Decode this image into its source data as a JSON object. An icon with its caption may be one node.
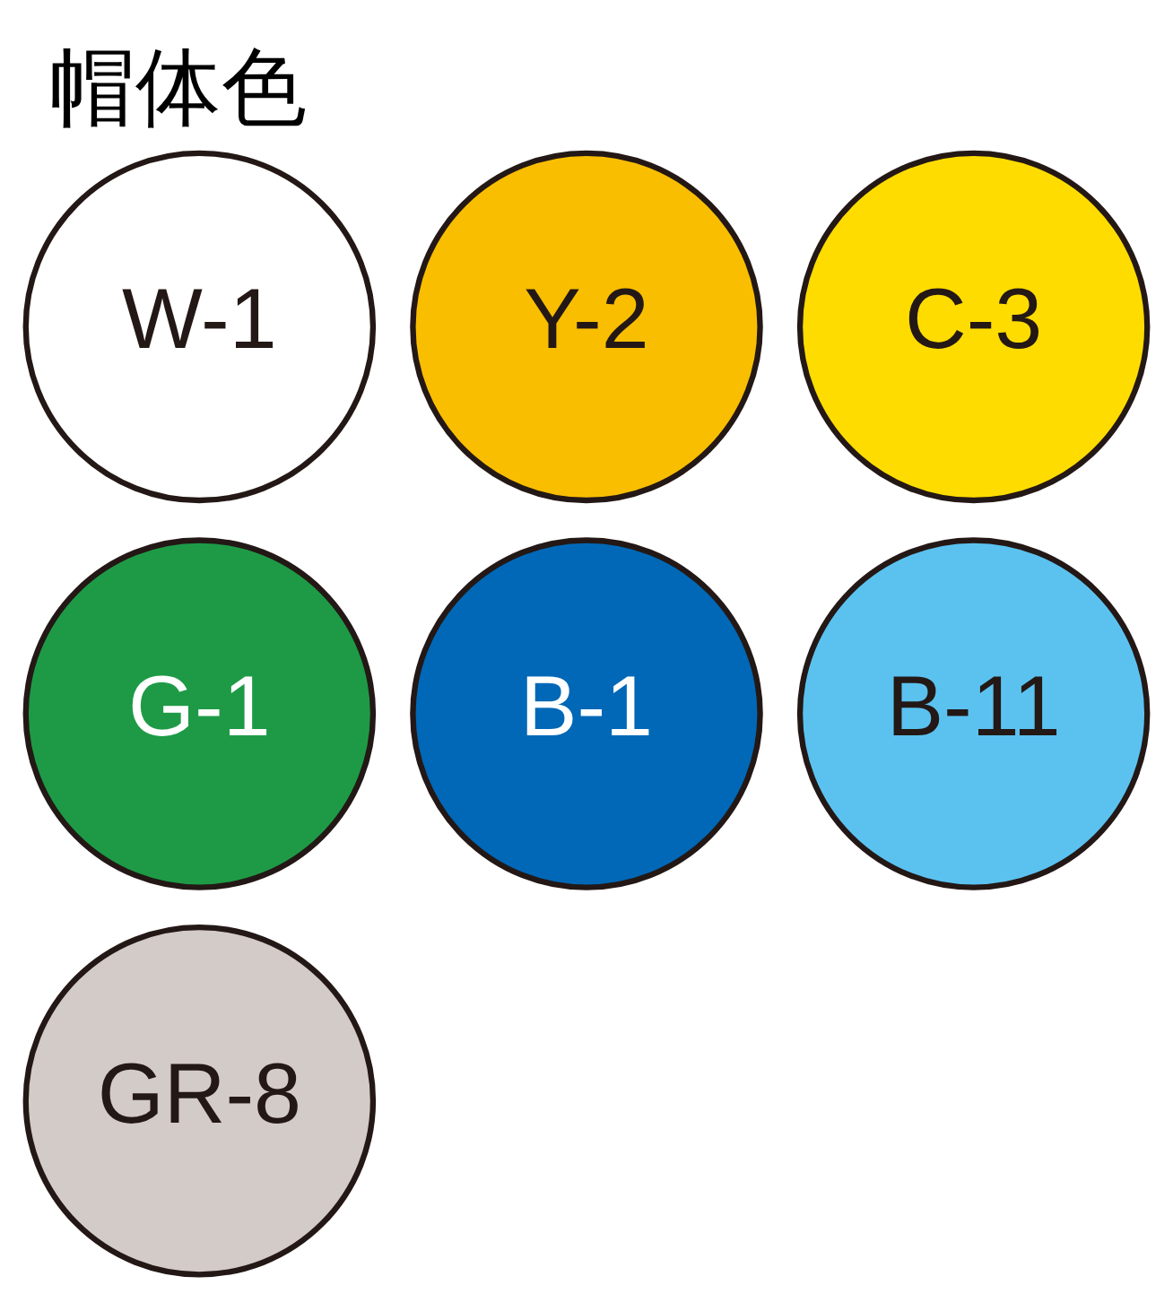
{
  "diagram": {
    "title": "帽体色",
    "nodes": [
      {
        "text": [
          "W-1"
        ]
      },
      {
        "text": [
          "Y-2"
        ]
      },
      {
        "text": [
          "C-3"
        ]
      },
      {
        "text": [
          "G-1"
        ]
      },
      {
        "text": [
          "B-1"
        ]
      },
      {
        "text": [
          "B-11"
        ]
      },
      {
        "text": [
          "GR-8"
        ]
      }
    ]
  }
}
